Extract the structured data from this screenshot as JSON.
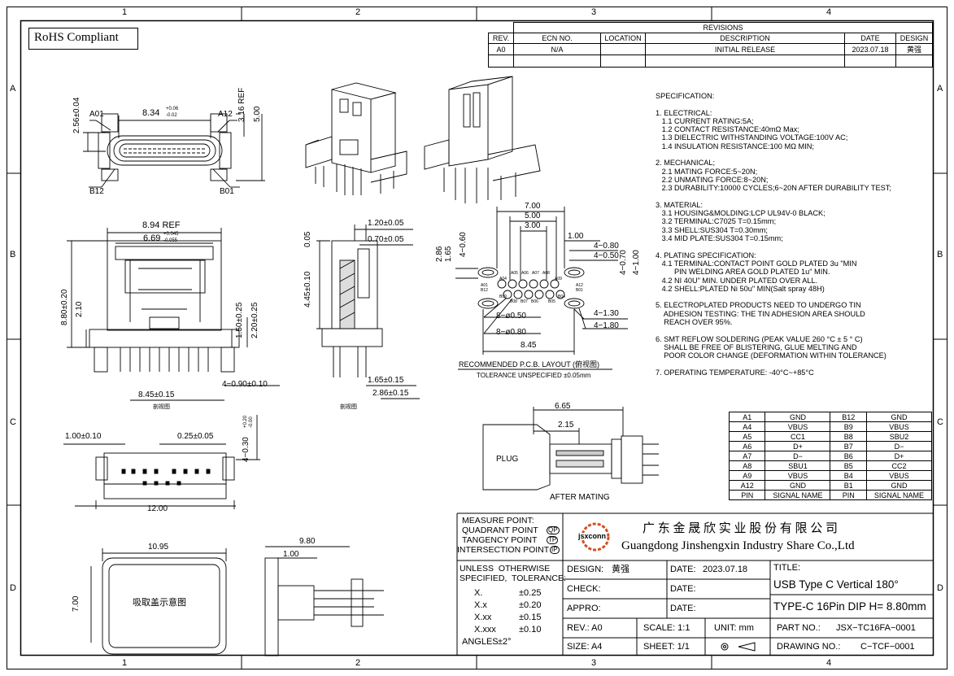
{
  "border": {
    "columns": [
      "1",
      "2",
      "3",
      "4"
    ],
    "rows": [
      "A",
      "B",
      "C",
      "D"
    ]
  },
  "rohs": "RoHS Compliant",
  "revisions": {
    "title": "REVISIONS",
    "headers": [
      "REV.",
      "ECN NO.",
      "LOCATION",
      "DESCRIPTION",
      "DATE",
      "DESIGN"
    ],
    "row": [
      "A0",
      "N/A",
      "",
      "INITIAL RELEASE",
      "2023.07.18",
      "黄强"
    ]
  },
  "spec_title": "SPECIFICATION:",
  "spec_lines": [
    "1. ELECTRICAL:",
    "   1.1 CURRENT RATING:5A;",
    "   1.2 CONTACT RESISTANCE:40mΩ Max;",
    "   1.3 DIELECTRIC WITHSTANDING VOLTAGE:100V AC;",
    "   1.4 INSULATION RESISTANCE:100 MΩ MIN;",
    "",
    "2. MECHANICAL;",
    "   2.1 MATING FORCE:5~20N;",
    "   2.2 UNMATING FORCE:8~20N;",
    "   2.3 DURABILITY:10000 CYCLES;6~20N AFTER DURABILITY TEST;",
    "",
    "3. MATERIAL:",
    "   3.1 HOUSING&MOLDING:LCP UL94V-0 BLACK;",
    "   3.2 TERMINAL:C7025 T=0.15mm;",
    "   3.3 SHELL:SUS304 T=0.30mm;",
    "   3.4 MID PLATE:SUS304 T=0.15mm;",
    "",
    "4. PLATING SPECIFICATION:",
    "   4.1 TERMINAL:CONTACT POINT GOLD PLATED 3u \"MIN",
    "         PIN WELDING AREA GOLD PLATED 1u\" MIN.",
    "   4.2 NI 40U\" MIN. UNDER PLATED OVER ALL.",
    "   4.2 SHELL:PLATED Ni 50u\" MIN(Salt spray 48H)",
    "",
    "5. ELECTROPLATED PRODUCTS NEED TO UNDERGO TIN",
    "    ADHESION TESTING: THE TIN ADHESION AREA SHOULD",
    "    REACH OVER 95%.",
    "",
    "6. SMT REFLOW SOLDERING (PEAK VALUE 260 °C ± 5 ° C)",
    "    SHALL BE FREE OF BLISTERING, GLUE MELTING AND",
    "    POOR COLOR CHANGE (DEFORMATION WITHIN TOLERANCE)",
    "",
    "7. OPERATING TEMPERATURE: -40°C~+85°C"
  ],
  "pin_table": {
    "rows": [
      [
        "A1",
        "GND",
        "B12",
        "GND"
      ],
      [
        "A4",
        "VBUS",
        "B9",
        "VBUS"
      ],
      [
        "A5",
        "CC1",
        "B8",
        "SBU2"
      ],
      [
        "A6",
        "D+",
        "B7",
        "D−"
      ],
      [
        "A7",
        "D−",
        "B6",
        "D+"
      ],
      [
        "A8",
        "SBU1",
        "B5",
        "CC2"
      ],
      [
        "A9",
        "VBUS",
        "B4",
        "VBUS"
      ],
      [
        "A12",
        "GND",
        "B1",
        "GND"
      ]
    ],
    "headers": [
      "PIN",
      "SIGNAL NAME",
      "PIN",
      "SIGNAL NAME"
    ]
  },
  "dims": {
    "d_256": "2.56±0.04",
    "d_834": "8.34",
    "d_834_tol_up": "+0.06",
    "d_834_tol_dn": "-0.02",
    "a01": "A01",
    "a12": "A12",
    "b12": "B12",
    "b01": "B01",
    "d_316": "3.16 REF",
    "d_500": "5.00",
    "d_894": "8.94 REF",
    "d_669": "6.69",
    "d_669_tol_up": "+0.045",
    "d_669_tol_dn": "-0.055",
    "d_880": "8.80±0.20",
    "d_210": "2.10",
    "d_150": "1.50±0.25",
    "d_220": "2.20±0.25",
    "d_845": "8.45±0.15",
    "d_409": "4−0.90±0.10",
    "section1": "剖视图",
    "d_005": "0.05",
    "d_445": "4.45±0.10",
    "d_120": "1.20±0.05",
    "d_070": "0.70±0.05",
    "d_165": "1.65±0.15",
    "d_286": "2.86±0.15",
    "section2": "剖视图",
    "d_100": "1.00±0.10",
    "d_025": "0.25±0.05",
    "d_4030": "4−0.30",
    "d_4030_tol_up": "+0.20",
    "d_4030_tol_dn": "-0.00",
    "d_1200": "12.00",
    "d_1095": "10.95",
    "d_700b": "7.00",
    "pick_label": "吸取盖示意图",
    "d_980": "9.80",
    "d_100b": "1.00"
  },
  "pcb": {
    "d_700": "7.00",
    "d_500": "5.00",
    "d_300": "3.00",
    "d_100": "1.00",
    "d_4080": "4−0.80",
    "d_4050": "4−0.50",
    "d_4070": "4−0.70",
    "d_4100": "4−1.00",
    "d_286": "2.86",
    "d_165": "1.65",
    "d_4060": "4−0.60",
    "d_8050": "8−ø0.50",
    "d_8080": "8−ø0.80",
    "d_845": "8.45",
    "d_4130": "4−1.30",
    "d_4180": "4−1.80",
    "pin_labels_top": [
      "A05",
      "A06",
      "A07",
      "A08"
    ],
    "pin_a04": "A04",
    "pin_a09": "A09",
    "pin_a01": "A01",
    "pin_b12": "B12",
    "pin_a12": "A12",
    "pin_b01": "B01",
    "pin_b09": "B09",
    "pin_b04": "B04",
    "pin_labels_bot": [
      "B08",
      "B07",
      "B06",
      "B05"
    ],
    "title": "RECOMMENDED   P.C.B. LAYOUT (俯视图)",
    "tolerance": "TOLERANCE  UNSPECIFIED  ±0.05mm"
  },
  "mating": {
    "d_665": "6.65",
    "d_215": "2.15",
    "plug": "PLUG",
    "caption": "AFTER  MATING"
  },
  "title_block": {
    "measure_points": [
      "MEASURE  POINT:",
      "QUADRANT  POINT",
      "TANGENCY  POINT",
      "INTERSECTION  POINT"
    ],
    "measure_codes": [
      "QP",
      "TP",
      "IP"
    ],
    "logo_text": "jsxconn",
    "company_cn": "广 东 金 晟 欣 实 业 股 份 有 限 公 司",
    "company_en": "Guangdong Jinshengxin Industry Share Co.,Ltd",
    "tolerance_title": "UNLESS  OTHERWISE\nSPECIFIED,  TOLERANCE:",
    "tolerances": [
      [
        "X.",
        "±0.25"
      ],
      [
        "X.x",
        "±0.20"
      ],
      [
        "X.xx",
        "±0.15"
      ],
      [
        "X.xxx",
        "±0.10"
      ],
      [
        "ANGLES",
        "±2°"
      ]
    ],
    "design_label": "DESIGN:",
    "design_value": "黄强",
    "check_label": "CHECK:",
    "appro_label": "APPRO:",
    "date_label": "DATE:",
    "date_value": "2023.07.18",
    "title_label": "TITLE:",
    "title_line1": "USB Type C Vertical 180°",
    "title_line2": "TYPE-C 16Pin DIP H= 8.80mm",
    "rev_label": "REV.: A0",
    "scale_label": "SCALE: 1:1",
    "unit_label": "UNIT: mm",
    "part_label": "PART  NO.:",
    "part_value": "JSX−TC16FA−0001",
    "size_label": "SIZE: A4",
    "sheet_label": "SHEET: 1/1",
    "drawing_label": "DRAWING  NO.:",
    "drawing_value": "C−TCF−0001"
  }
}
